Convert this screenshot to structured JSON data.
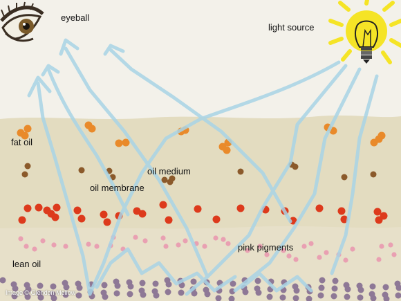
{
  "labels": {
    "eyeball": "eyeball",
    "light_source": "light source",
    "fat_oil": "fat oil",
    "oil_medium": "oil medium",
    "oil_membrane": "oil membrane",
    "pink_pigments": "pink pigments",
    "lean_oil": "lean oil"
  },
  "credit": "Image © Glendon Mellow",
  "colors": {
    "background": "#f3f1ea",
    "oil_layer": "#e3dcc0",
    "light_rays": "#a9d4e6",
    "orange_pigment": "#e98a2a",
    "brown_pigment": "#8b5a2b",
    "red_pigment": "#dd3a1c",
    "pink_pigment": "#e9a0b2",
    "purple_pigment": "#8e7896",
    "sun": "#f5e426"
  }
}
